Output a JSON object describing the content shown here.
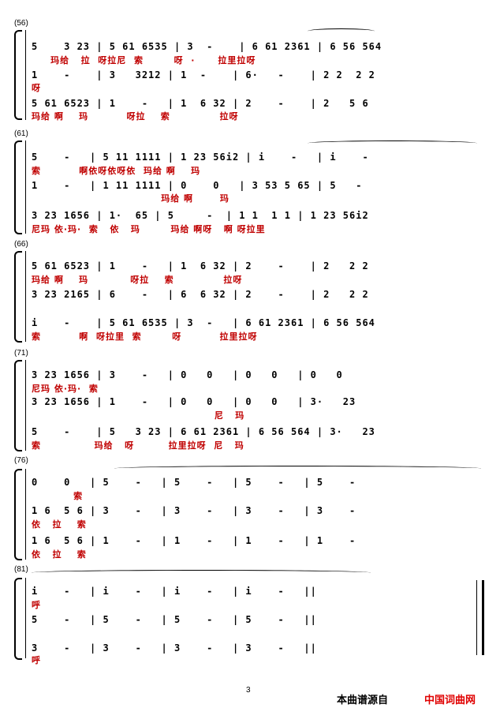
{
  "systems": [
    {
      "num": "(56)",
      "rows": [
        {
          "notes": "5    3 23 | 5 61 6535 | 3  -    | 6 61 2361 | 6 56 564",
          "lyric": "     玛给   拉  呀拉尼  索        呀  ·      拉里拉呀"
        },
        {
          "notes": "1    -    | 3   3212 | 1  -    | 6·   -    | 2 2  2 2",
          "lyric": "呀"
        },
        {
          "notes": "5 61 6523 | 1    -   | 1  6 32 | 2    -    | 2   5 6",
          "lyric": "玛给 啊    玛          呀拉    索             拉呀"
        }
      ]
    },
    {
      "num": "(61)",
      "rows": [
        {
          "notes": "5    -   | 5 11 1111 | 1 23 56i2 | i    -   | i    -",
          "lyric": "索          啊依呀依呀依  玛给 啊    玛"
        },
        {
          "notes": "1    -   | 1 11 1111 | 0    0   | 3 53 5 65 | 5   -",
          "lyric": "                                  玛给 啊       玛"
        },
        {
          "notes": "3 23 1656 | 1·  65 | 5     -  | 1 1  1 1 | 1 23 56i2",
          "lyric": "尼玛 依·玛·  索   依   玛        玛给 啊呀   啊 呀拉里"
        }
      ]
    },
    {
      "num": "(66)",
      "rows": [
        {
          "notes": "5 61 6523 | 1    -   | 1  6 32 | 2    -    | 2   2 2",
          "lyric": "玛给 啊    玛           呀拉    索             拉呀"
        },
        {
          "notes": "3 23 2165 | 6    -   | 6  6 32 | 2    -    | 2   2 2",
          "lyric": ""
        },
        {
          "notes": "i    -    | 5 61 6535 | 3  -   | 6 61 2361 | 6 56 564",
          "lyric": "索          啊  呀拉里  索        呀          拉里拉呀"
        }
      ]
    },
    {
      "num": "(71)",
      "rows": [
        {
          "notes": "3 23 1656 | 3    -   | 0   0   | 0   0   | 0   0",
          "lyric": "尼玛 依·玛·  索"
        },
        {
          "notes": "3 23 1656 | 1    -   | 0   0   | 0   0   | 3·   23",
          "lyric": "                                                尼   玛"
        },
        {
          "notes": "5    -    | 5   3 23 | 6 61 2361 | 6 56 564 | 3·   23",
          "lyric": "索              玛给   呀         拉里拉呀  尼   玛"
        }
      ]
    },
    {
      "num": "(76)",
      "rows": [
        {
          "notes": "0    0   | 5    -   | 5    -   | 5    -   | 5    -",
          "lyric": "           索"
        },
        {
          "notes": "1 6  5 6 | 3    -   | 3    -   | 3    -   | 3    -",
          "lyric": "依   拉    索"
        },
        {
          "notes": "1 6  5 6 | 1    -   | 1    -   | 1    -   | 1    -",
          "lyric": "依   拉    索"
        }
      ]
    },
    {
      "num": "(81)",
      "rows": [
        {
          "notes": "i    -   | i    -   | i    -   | i    -   ||",
          "lyric": "呼"
        },
        {
          "notes": "5    -   | 5    -   | 5    -   | 5    -   ||",
          "lyric": ""
        },
        {
          "notes": "3    -   | 3    -   | 3    -   | 3    -   ||",
          "lyric": "呼"
        }
      ]
    }
  ],
  "footer": {
    "page": "3",
    "source_label": "本曲谱源自",
    "site": "中国词曲网"
  }
}
